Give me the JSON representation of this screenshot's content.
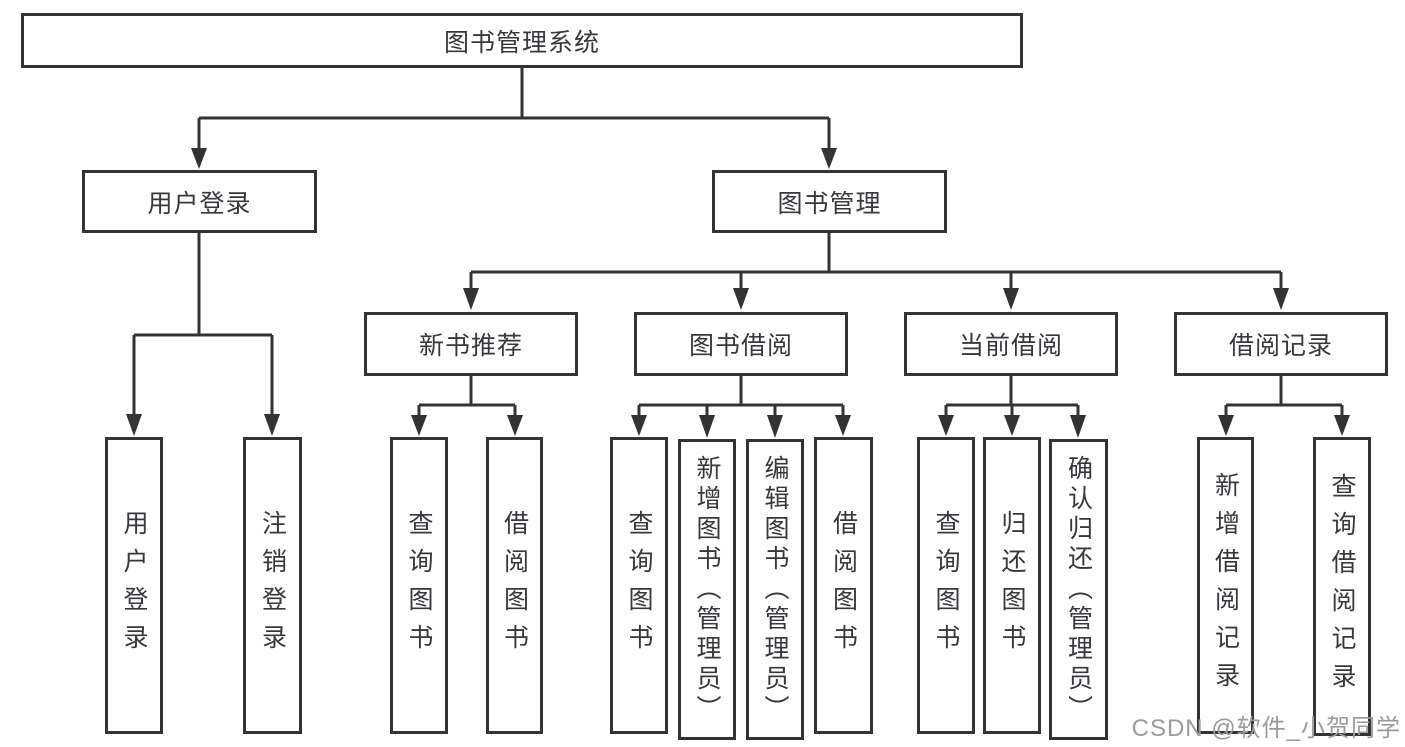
{
  "diagram_title": "图书管理系统",
  "nodes": {
    "root": "图书管理系统",
    "l2": [
      "用户登录",
      "图书管理"
    ],
    "l3": [
      "新书推荐",
      "图书借阅",
      "当前借阅",
      "借阅记录"
    ],
    "leaves": {
      "login": [
        "用户登录",
        "注销登录"
      ],
      "recommend": [
        "查询图书",
        "借阅图书"
      ],
      "borrow": [
        "查询图书",
        "新增图书（管理员）",
        "编辑图书（管理员）",
        "借阅图书"
      ],
      "current": [
        "查询图书",
        "归还图书",
        "确认归还（管理员）"
      ],
      "records": [
        "新增借阅记录",
        "查询借阅记录"
      ]
    }
  },
  "watermark": "CSDN @软件_小贺同学",
  "colors": {
    "line": "#333333",
    "text": "#38383c",
    "background": "#ffffff",
    "watermark": "#9b9b9b"
  }
}
